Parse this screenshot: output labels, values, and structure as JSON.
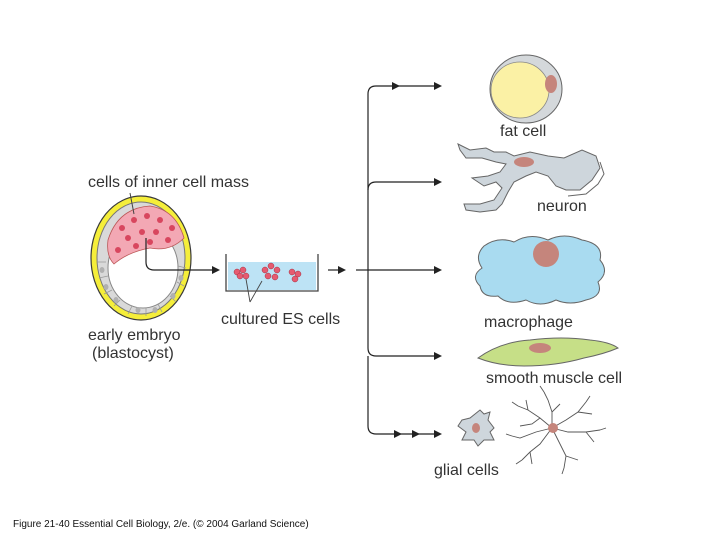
{
  "labels": {
    "inner_mass": "cells of inner cell mass",
    "embryo_line1": "early embryo",
    "embryo_line2": "(blastocyst)",
    "es_cells": "cultured ES cells",
    "fat": "fat cell",
    "neuron": "neuron",
    "macrophage": "macrophage",
    "smooth_muscle": "smooth muscle cell",
    "glial": "glial cells"
  },
  "caption": "Figure 21-40  Essential Cell Biology, 2/e. (© 2004 Garland Science)",
  "colors": {
    "arrow": "#222222",
    "embryo_ring": "#f5ee3a",
    "inner_mass": "#f3a8b4",
    "nucleus_red": "#d8465e",
    "trophoblast": "#d9d9d9",
    "fat_cytoplasm": "#fbf1a5",
    "cell_grey": "#ced6dc",
    "cell_nucleus": "#c5857c",
    "macrophage": "#a9dbf0",
    "smooth_muscle": "#c6df87",
    "dish": "#bde3f5"
  }
}
